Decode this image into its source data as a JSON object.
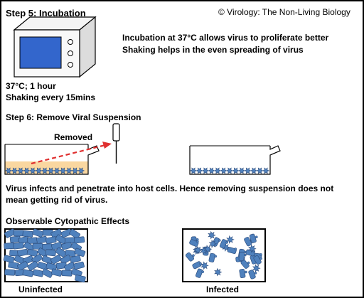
{
  "copyright": "© Virology: The Non-Living Biology",
  "step5": {
    "title": "Step 5: Incubation",
    "desc_line1": "Incubation at 37°C allows virus to proliferate better",
    "desc_line2": "Shaking helps in the even spreading of virus",
    "cond_line1": "37°C; 1 hour",
    "cond_line2": "Shaking every 15mins"
  },
  "step6": {
    "title": "Step 6: Remove Viral Suspension",
    "removed_label": "Removed",
    "note_line1": "Virus infects and penetrate into host cells. Hence removing suspension does not",
    "note_line2": "mean getting rid of virus."
  },
  "cpe": {
    "title": "Observable Cytopathic Effects",
    "uninfected_label": "Uninfected",
    "infected_label": "Infected"
  },
  "colors": {
    "cell_fill": "#4f81bd",
    "cell_stroke": "#2f4f7f",
    "media_fill": "#fad7a0",
    "arrow": "#e03030",
    "frame": "#000000"
  }
}
